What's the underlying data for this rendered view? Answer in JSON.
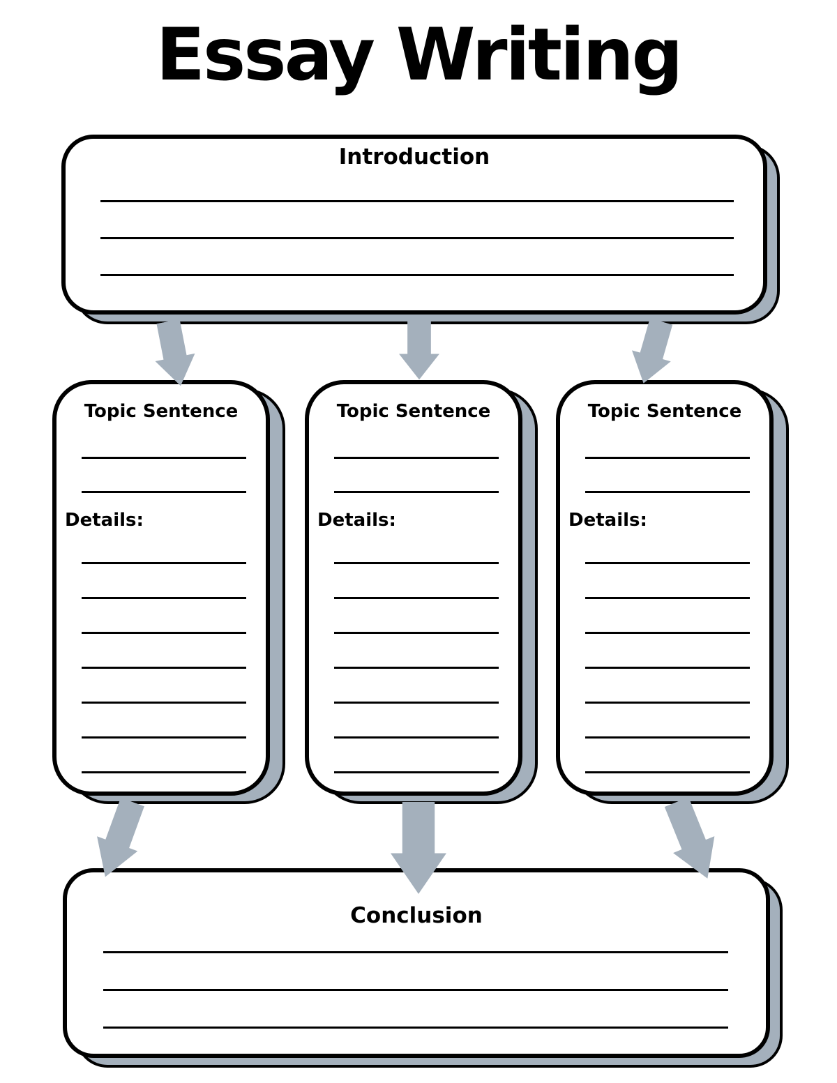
{
  "title": "Essay Writing",
  "colors": {
    "ink": "#000000",
    "paper": "#ffffff",
    "shadow_gray": "#a4b0bc",
    "arrow_gray": "#a4b0bc"
  },
  "introduction": {
    "label": "Introduction",
    "line_count": 3
  },
  "topic_boxes": [
    {
      "label": "Topic Sentence",
      "topic_line_count": 2,
      "details_label": "Details:",
      "details_line_count": 7
    },
    {
      "label": "Topic Sentence",
      "topic_line_count": 2,
      "details_label": "Details:",
      "details_line_count": 7
    },
    {
      "label": "Topic Sentence",
      "topic_line_count": 2,
      "details_label": "Details:",
      "details_line_count": 7
    }
  ],
  "conclusion": {
    "label": "Conclusion",
    "line_count": 3
  },
  "arrows": {
    "icon": "arrow-down-icon",
    "top_count": 3,
    "bottom_count": 3
  }
}
